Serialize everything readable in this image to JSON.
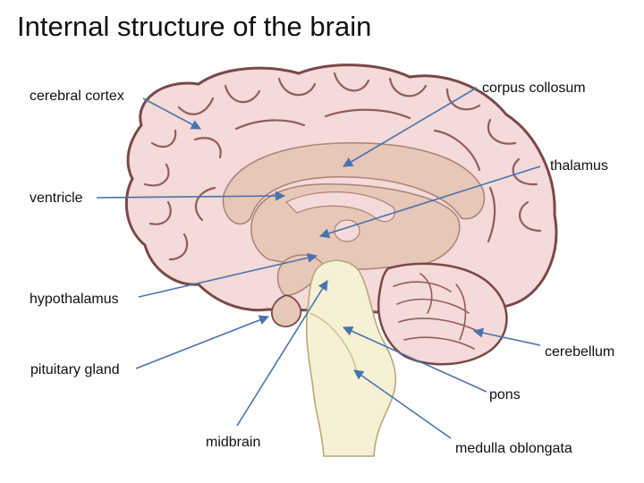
{
  "title": "Internal structure of the brain",
  "labels": {
    "cerebral_cortex": "cerebral cortex",
    "corpus_collosum": "corpus collosum",
    "thalamus": "thalamus",
    "ventricle": "ventricle",
    "hypothalamus": "hypothalamus",
    "cerebellum": "cerebellum",
    "pituitary_gland": "pituitary gland",
    "pons": "pons",
    "midbrain": "midbrain",
    "medulla_oblongata": "medulla oblongata"
  },
  "colors": {
    "cortex": "#f4dad8",
    "cortex_outline": "#7a4848",
    "inner": "#e7c7b8",
    "brainstem": "#f6f0d4",
    "leader": "#4a73ad"
  }
}
